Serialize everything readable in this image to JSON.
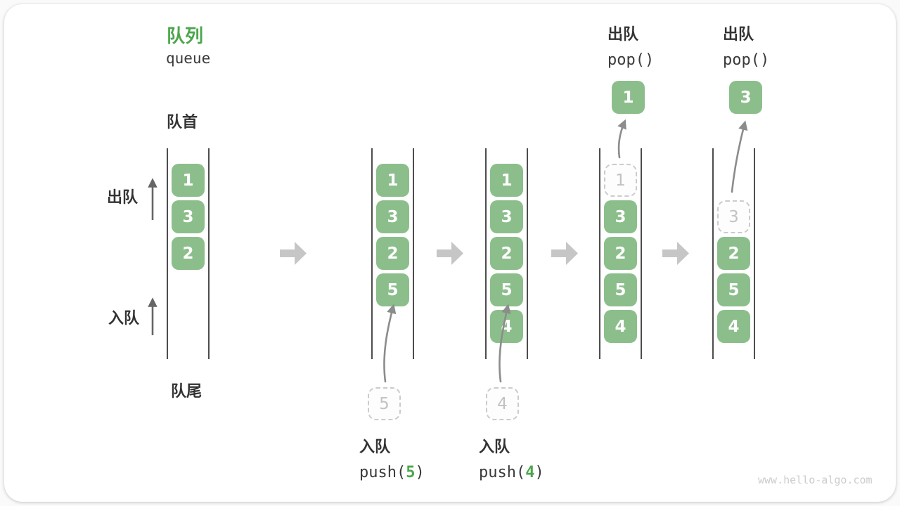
{
  "title": {
    "zh": "队列",
    "en": "queue"
  },
  "side_labels": {
    "front": "队首",
    "rear": "队尾",
    "dequeue": "出队",
    "enqueue": "入队"
  },
  "colors": {
    "green": "#8cbe8c",
    "title_green": "#4ca64c",
    "text_dark": "#3a3a3a",
    "block_arrow": "#c6c6c6",
    "dashed_border": "#cbcbcb",
    "dashed_text": "#c2c2c2",
    "curve_arrow": "#8c8c8c",
    "line_dark": "#4d4d4d",
    "watermark": "#cccccc"
  },
  "queue_states": [
    {
      "cells": [
        {
          "value": "1",
          "style": "solid"
        },
        {
          "value": "3",
          "style": "solid"
        },
        {
          "value": "2",
          "style": "solid"
        }
      ]
    },
    {
      "cells": [
        {
          "value": "1",
          "style": "solid"
        },
        {
          "value": "3",
          "style": "solid"
        },
        {
          "value": "2",
          "style": "solid"
        },
        {
          "value": "5",
          "style": "solid"
        }
      ],
      "staging_value": "5"
    },
    {
      "cells": [
        {
          "value": "1",
          "style": "solid"
        },
        {
          "value": "3",
          "style": "solid"
        },
        {
          "value": "2",
          "style": "solid"
        },
        {
          "value": "5",
          "style": "solid"
        },
        {
          "value": "4",
          "style": "solid"
        }
      ],
      "staging_value": "4"
    },
    {
      "cells": [
        {
          "value": "1",
          "style": "dashed"
        },
        {
          "value": "3",
          "style": "solid"
        },
        {
          "value": "2",
          "style": "solid"
        },
        {
          "value": "5",
          "style": "solid"
        },
        {
          "value": "4",
          "style": "solid"
        }
      ],
      "popped_value": "1"
    },
    {
      "cells": [
        {
          "value": "",
          "style": "empty"
        },
        {
          "value": "3",
          "style": "dashed"
        },
        {
          "value": "2",
          "style": "solid"
        },
        {
          "value": "5",
          "style": "solid"
        },
        {
          "value": "4",
          "style": "solid"
        }
      ],
      "popped_value": "3"
    }
  ],
  "operations": {
    "push5": {
      "zh": "入队",
      "prefix": "push(",
      "arg": "5",
      "suffix": ")"
    },
    "push4": {
      "zh": "入队",
      "prefix": "push(",
      "arg": "4",
      "suffix": ")"
    },
    "pop_a": {
      "zh": "出队",
      "code": "pop()"
    },
    "pop_b": {
      "zh": "出队",
      "code": "pop()"
    }
  },
  "watermark": "www.hello-algo.com"
}
